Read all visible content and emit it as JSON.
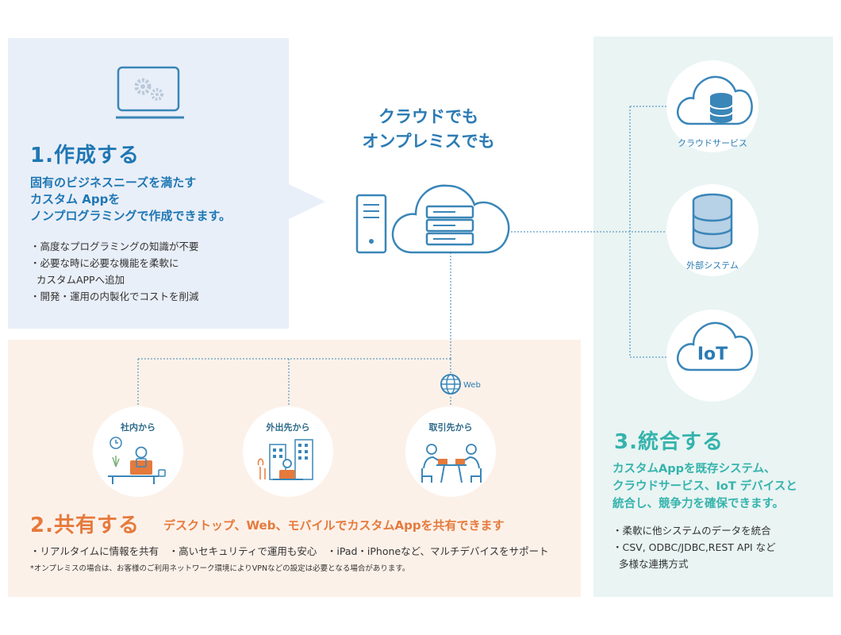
{
  "create": {
    "title": "1.作成する",
    "desc": [
      "固有のビジネスニーズを満たす",
      "カスタム Appを",
      "ノンプログラミングで作成できます。"
    ],
    "bullets": [
      "・高度なプログラミングの知識が不要",
      "・必要な時に必要な機能を柔軟に",
      "  カスタムAPPへ追加",
      "・開発・運用の内製化でコストを削減"
    ]
  },
  "center": {
    "title": [
      "クラウドでも",
      "オンプレミスでも"
    ],
    "web_label": "Web"
  },
  "share": {
    "title": "2.共有する",
    "subtitle": "デスクトップ、Web、モバイルでカスタムAppを共有できます",
    "bullets": "・リアルタイムに情報を共有　・高いセキュリティで運用も安心　・iPad・iPhoneなど、マルチデバイスをサポート",
    "note": "*オンプレミスの場合は、お客様のご利用ネットワーク環境によりVPNなどの設定は必要となる場合があります。",
    "places": [
      "社内から",
      "外出先から",
      "取引先から"
    ]
  },
  "integrate": {
    "title": "3.統合する",
    "desc": [
      "カスタムAppを既存システム、",
      "クラウドサービス、IoT デバイスと",
      "統合し、競争力を確保できます。"
    ],
    "bullets": [
      "・柔軟に他システムのデータを統合",
      "・CSV, ODBC/JDBC,REST API など",
      "  多様な連携方式"
    ],
    "nodes": [
      "クラウドサービス",
      "外部システム",
      "IoT"
    ]
  },
  "colors": {
    "blue": "#1f77b4",
    "orange": "#e57a3c",
    "teal": "#35b3ac",
    "line": "#3a86b8"
  }
}
